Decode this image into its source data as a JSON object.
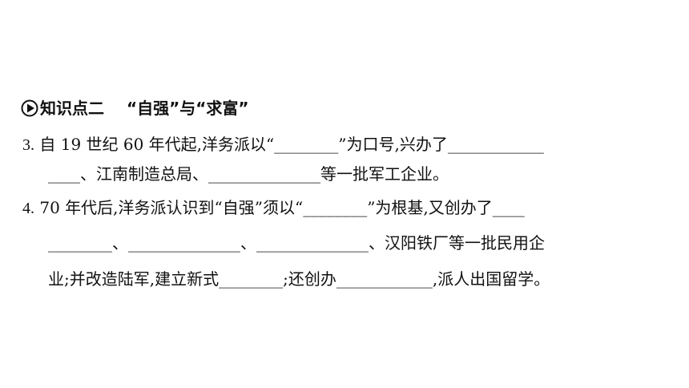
{
  "section": {
    "icon": "play-triangle-circle-icon",
    "label": "知识点二",
    "title": "“自强”与“求富”"
  },
  "questions": [
    {
      "number": "3.",
      "lines": [
        "自 19 世纪 60 年代起,洋务派以“________”为口号,兴办了____________",
        "____、江南制造总局、______________等一批军工企业。"
      ]
    },
    {
      "number": "4.",
      "lines": [
        "70 年代后,洋务派认识到“自强”须以“________”为根基,又创办了____",
        "________、______________、______________、汉阳铁厂等一批民用企",
        "业;并改造陆军,建立新式________;还创办____________,派人出国留学。"
      ]
    }
  ]
}
